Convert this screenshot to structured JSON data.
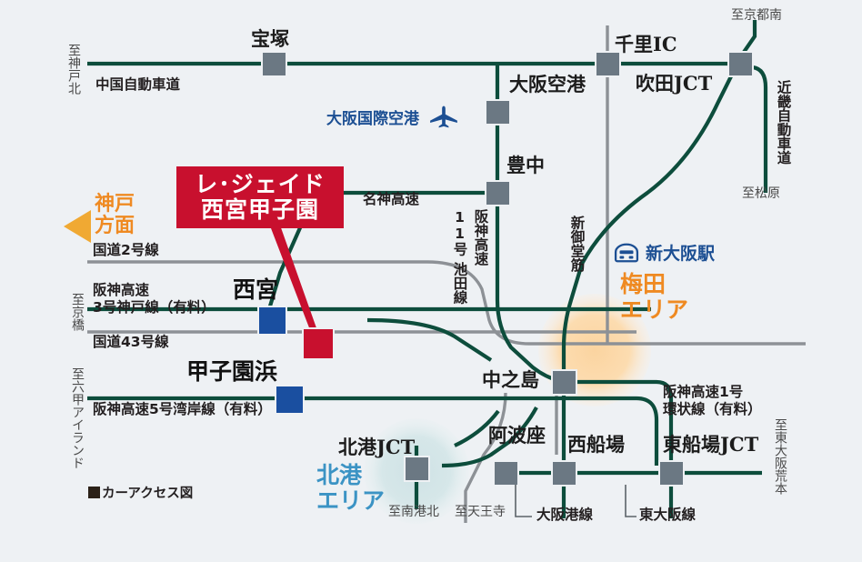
{
  "meta": {
    "legend_label": "カーアクセス図",
    "bg_color": "#eef1f4",
    "expressway_color": "#0d4d3c",
    "national_road_color": "#8d9196",
    "node_color": "#6b7883",
    "highlight_red": "#c8102e",
    "highlight_blue": "#1a4fa0",
    "umeda_orange": "#fbd9a8",
    "kitako_blue": "#d4e4e7",
    "text_blue": "#1c4f93",
    "text_orange": "#ef8a22",
    "kitako_text": "#3b93c4"
  },
  "property": {
    "line1": "レ･ジェイド",
    "line2": "西宮甲子園"
  },
  "areas": [
    {
      "name": "umeda-area",
      "line1": "梅田",
      "line2": "エリア",
      "color": "#ef8a22"
    },
    {
      "name": "kitako-area",
      "line1": "北港",
      "line2": "エリア",
      "color": "#3b93c4"
    }
  ],
  "poi": {
    "airport": "大阪国際空港",
    "station": "新大阪駅"
  },
  "direction_arrow": {
    "line1": "神戸",
    "line2": "方面"
  },
  "nodes": [
    {
      "id": "takarazuka",
      "label": "宝塚",
      "type": "gray"
    },
    {
      "id": "senri-ic",
      "label": "千里IC",
      "type": "gray"
    },
    {
      "id": "suita-jct",
      "label": "吹田JCT",
      "type": "gray"
    },
    {
      "id": "osaka-kuko",
      "label": "大阪空港",
      "type": "gray"
    },
    {
      "id": "toyonaka",
      "label": "豊中",
      "type": "gray"
    },
    {
      "id": "nakanoshima",
      "label": "中之島",
      "type": "gray"
    },
    {
      "id": "awaza",
      "label": "阿波座",
      "type": "gray"
    },
    {
      "id": "nishisemba",
      "label": "西船場",
      "type": "gray"
    },
    {
      "id": "higashisemba-jct",
      "label": "東船場JCT",
      "type": "gray"
    },
    {
      "id": "kitako-jct",
      "label": "北港JCT",
      "type": "gray"
    },
    {
      "id": "nishinomiya",
      "label": "西宮",
      "type": "blue"
    },
    {
      "id": "koshienhama",
      "label": "甲子園浜",
      "type": "blue"
    }
  ],
  "roads": [
    {
      "id": "chugoku",
      "label": "中国自動車道"
    },
    {
      "id": "meishin",
      "label": "名神高速"
    },
    {
      "id": "route2",
      "label": "国道2号線"
    },
    {
      "id": "route43",
      "label": "国道43号線"
    },
    {
      "id": "hanshin3-l1",
      "label": "阪神高速"
    },
    {
      "id": "hanshin3-l2",
      "label": "3号神戸線（有料）"
    },
    {
      "id": "hanshin5",
      "label": "阪神高速5号湾岸線（有料）"
    },
    {
      "id": "hanshin1-l1",
      "label": "阪神高速1号"
    },
    {
      "id": "hanshin1-l2",
      "label": "環状線（有料）"
    },
    {
      "id": "hanshin11",
      "label": "11号"
    },
    {
      "id": "hanshin11b",
      "label": "阪神高速"
    },
    {
      "id": "hanshin11c",
      "label": "池田線"
    },
    {
      "id": "shinmidosuji",
      "label": "新御堂筋"
    },
    {
      "id": "kinki",
      "label": "近畿自動車道"
    },
    {
      "id": "osakako-sen",
      "label": "大阪港線"
    },
    {
      "id": "higashiosaka-sen",
      "label": "東大阪線"
    }
  ],
  "directions": [
    {
      "id": "to-kobe-kita",
      "label": "至神戸北",
      "orient": "vertical"
    },
    {
      "id": "to-kyoto-minami",
      "label": "至京都南",
      "orient": "horizontal"
    },
    {
      "id": "to-matsubara",
      "label": "至松原",
      "orient": "horizontal"
    },
    {
      "id": "to-kyobashi",
      "label": "至京橋",
      "orient": "vertical"
    },
    {
      "id": "to-rokko-island",
      "label": "至六甲アイランド",
      "orient": "vertical"
    },
    {
      "id": "to-nanko-kita",
      "label": "至南港北",
      "orient": "horizontal"
    },
    {
      "id": "to-tennoji",
      "label": "至天王寺",
      "orient": "horizontal"
    },
    {
      "id": "to-higashiosaka-aramoto",
      "label": "至東大阪荒本",
      "orient": "vertical"
    }
  ]
}
